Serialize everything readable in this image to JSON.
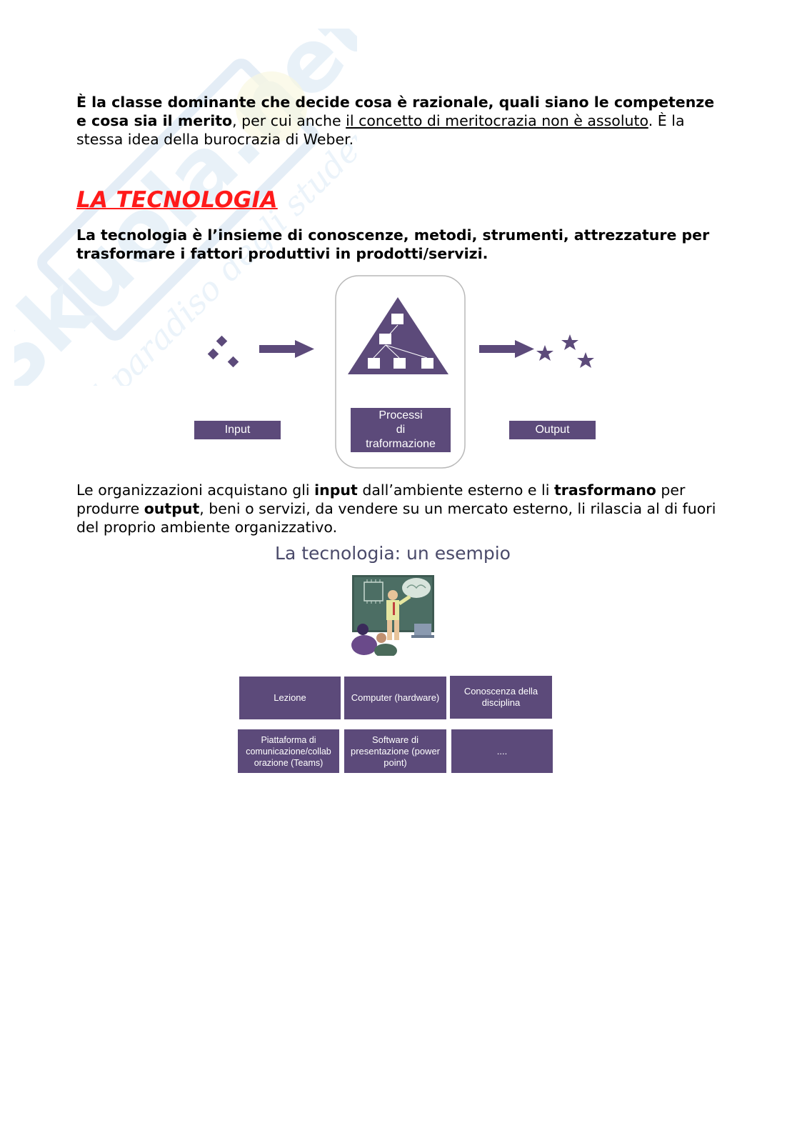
{
  "watermark": {
    "brand": "Skuola.net",
    "tagline": "il paradiso degli studenti"
  },
  "paragraph1": {
    "bold1": "È la classe dominante che decide cosa è razionale, quali siano le competenze e cosa sia il merito",
    "text1": ", per cui anche ",
    "underlined": "il concetto di meritocrazia non è assoluto",
    "text2": ". È la stessa idea della burocrazia di Weber."
  },
  "heading": "LA TECNOLOGIA",
  "paragraph2": "La tecnologia è l’insieme di conoscenze, metodi, strumenti, attrezzature per trasformare i fattori produttivi in prodotti/servizi.",
  "diagram1": {
    "input_label": "Input",
    "process_lines": [
      "Processi",
      "di",
      "traformazione"
    ],
    "output_label": "Output",
    "color": "#5c4a7a"
  },
  "paragraph3": {
    "t1": "Le organizzazioni acquistano gli ",
    "b1": "input",
    "t2": " dall’ambiente esterno e li ",
    "b2": "trasformano",
    "t3": " per produrre ",
    "b3": "output",
    "t4": ", beni o servizi, da vendere su un mercato esterno, li rilascia al di fuori del proprio ambiente organizzativo."
  },
  "diagram2": {
    "title": "La tecnologia: un esempio",
    "cells": [
      "Lezione",
      "Computer (hardware)",
      "Conoscenza della disciplina",
      "Piattaforma di comunicazione/collab orazione (Teams)",
      "Software di presentazione (power point)",
      "...."
    ]
  }
}
